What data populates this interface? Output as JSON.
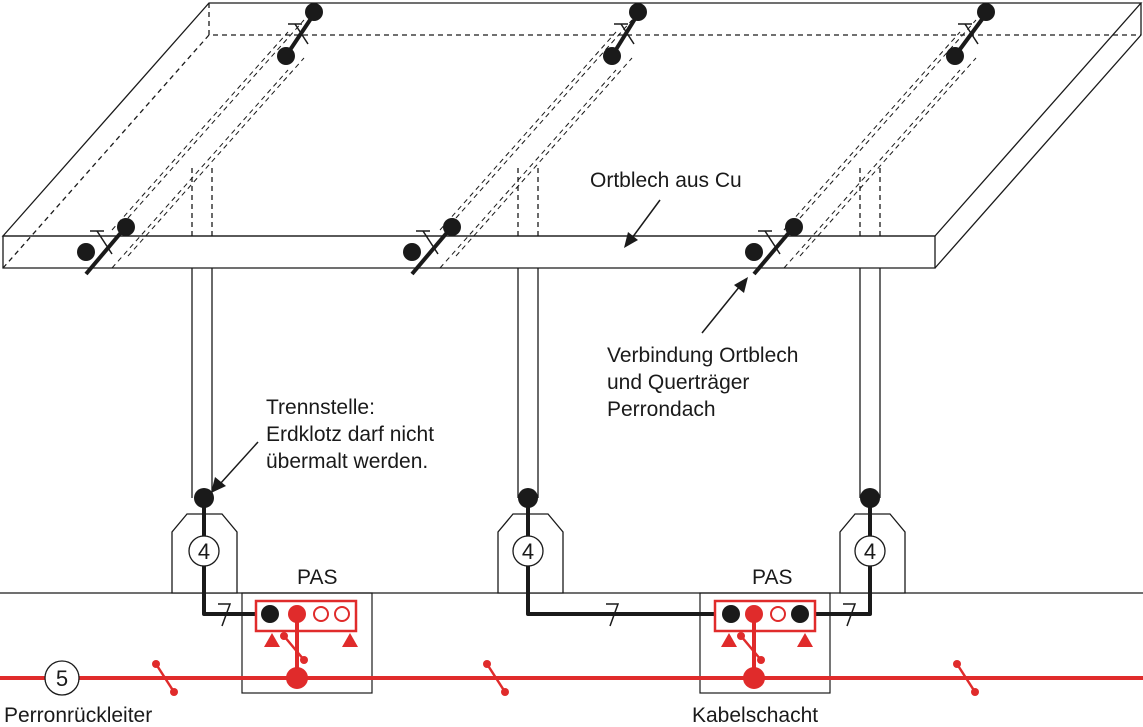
{
  "labels": {
    "ortblech": "Ortblech aus Cu",
    "verbindung": [
      "Verbindung Ortblech",
      "und Querträger",
      "Perrondach"
    ],
    "trennstelle": [
      "Trennstelle:",
      "Erdklotz darf nicht",
      "übermalt werden."
    ],
    "pas_left": "PAS",
    "pas_right": "PAS",
    "perronrueckleiter": "Perronrückleiter",
    "kabelschacht": "Kabelschacht"
  },
  "symbols": {
    "foot_number": "4",
    "return_conductor_number": "5"
  },
  "colors": {
    "line": "#1a1a1a",
    "red": "#e02b2b",
    "background": "#ffffff"
  }
}
